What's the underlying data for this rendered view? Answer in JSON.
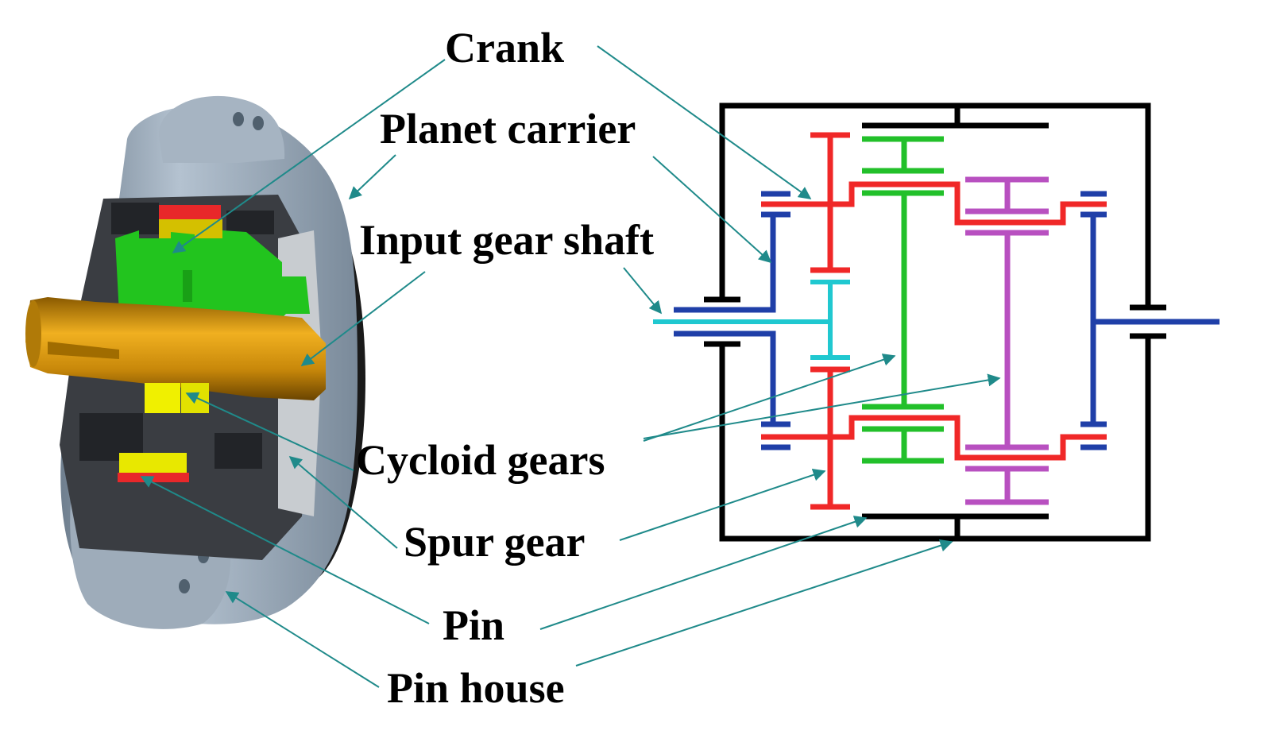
{
  "labels": {
    "crank": "Crank",
    "planet_carrier": "Planet carrier",
    "input_gear_shaft": "Input gear shaft",
    "cycloid_gears": "Cycloid gears",
    "spur_gear": "Spur gear",
    "pin": "Pin",
    "pin_house": "Pin house"
  },
  "colors": {
    "leader": "#1f8a8a",
    "housing": "#000000",
    "carrier": "#1f3fa8",
    "crank": "#f02828",
    "input_shaft": "#20c8d0",
    "spur_gear": "#22c02a",
    "cycloid_gear": "#b850c0",
    "model_body": "#98a8b8",
    "model_dark": "#3a3d42",
    "model_green": "#22c41e",
    "model_yellow": "#e6e600",
    "model_red": "#e8282a",
    "model_shaft": "#c8900a"
  }
}
